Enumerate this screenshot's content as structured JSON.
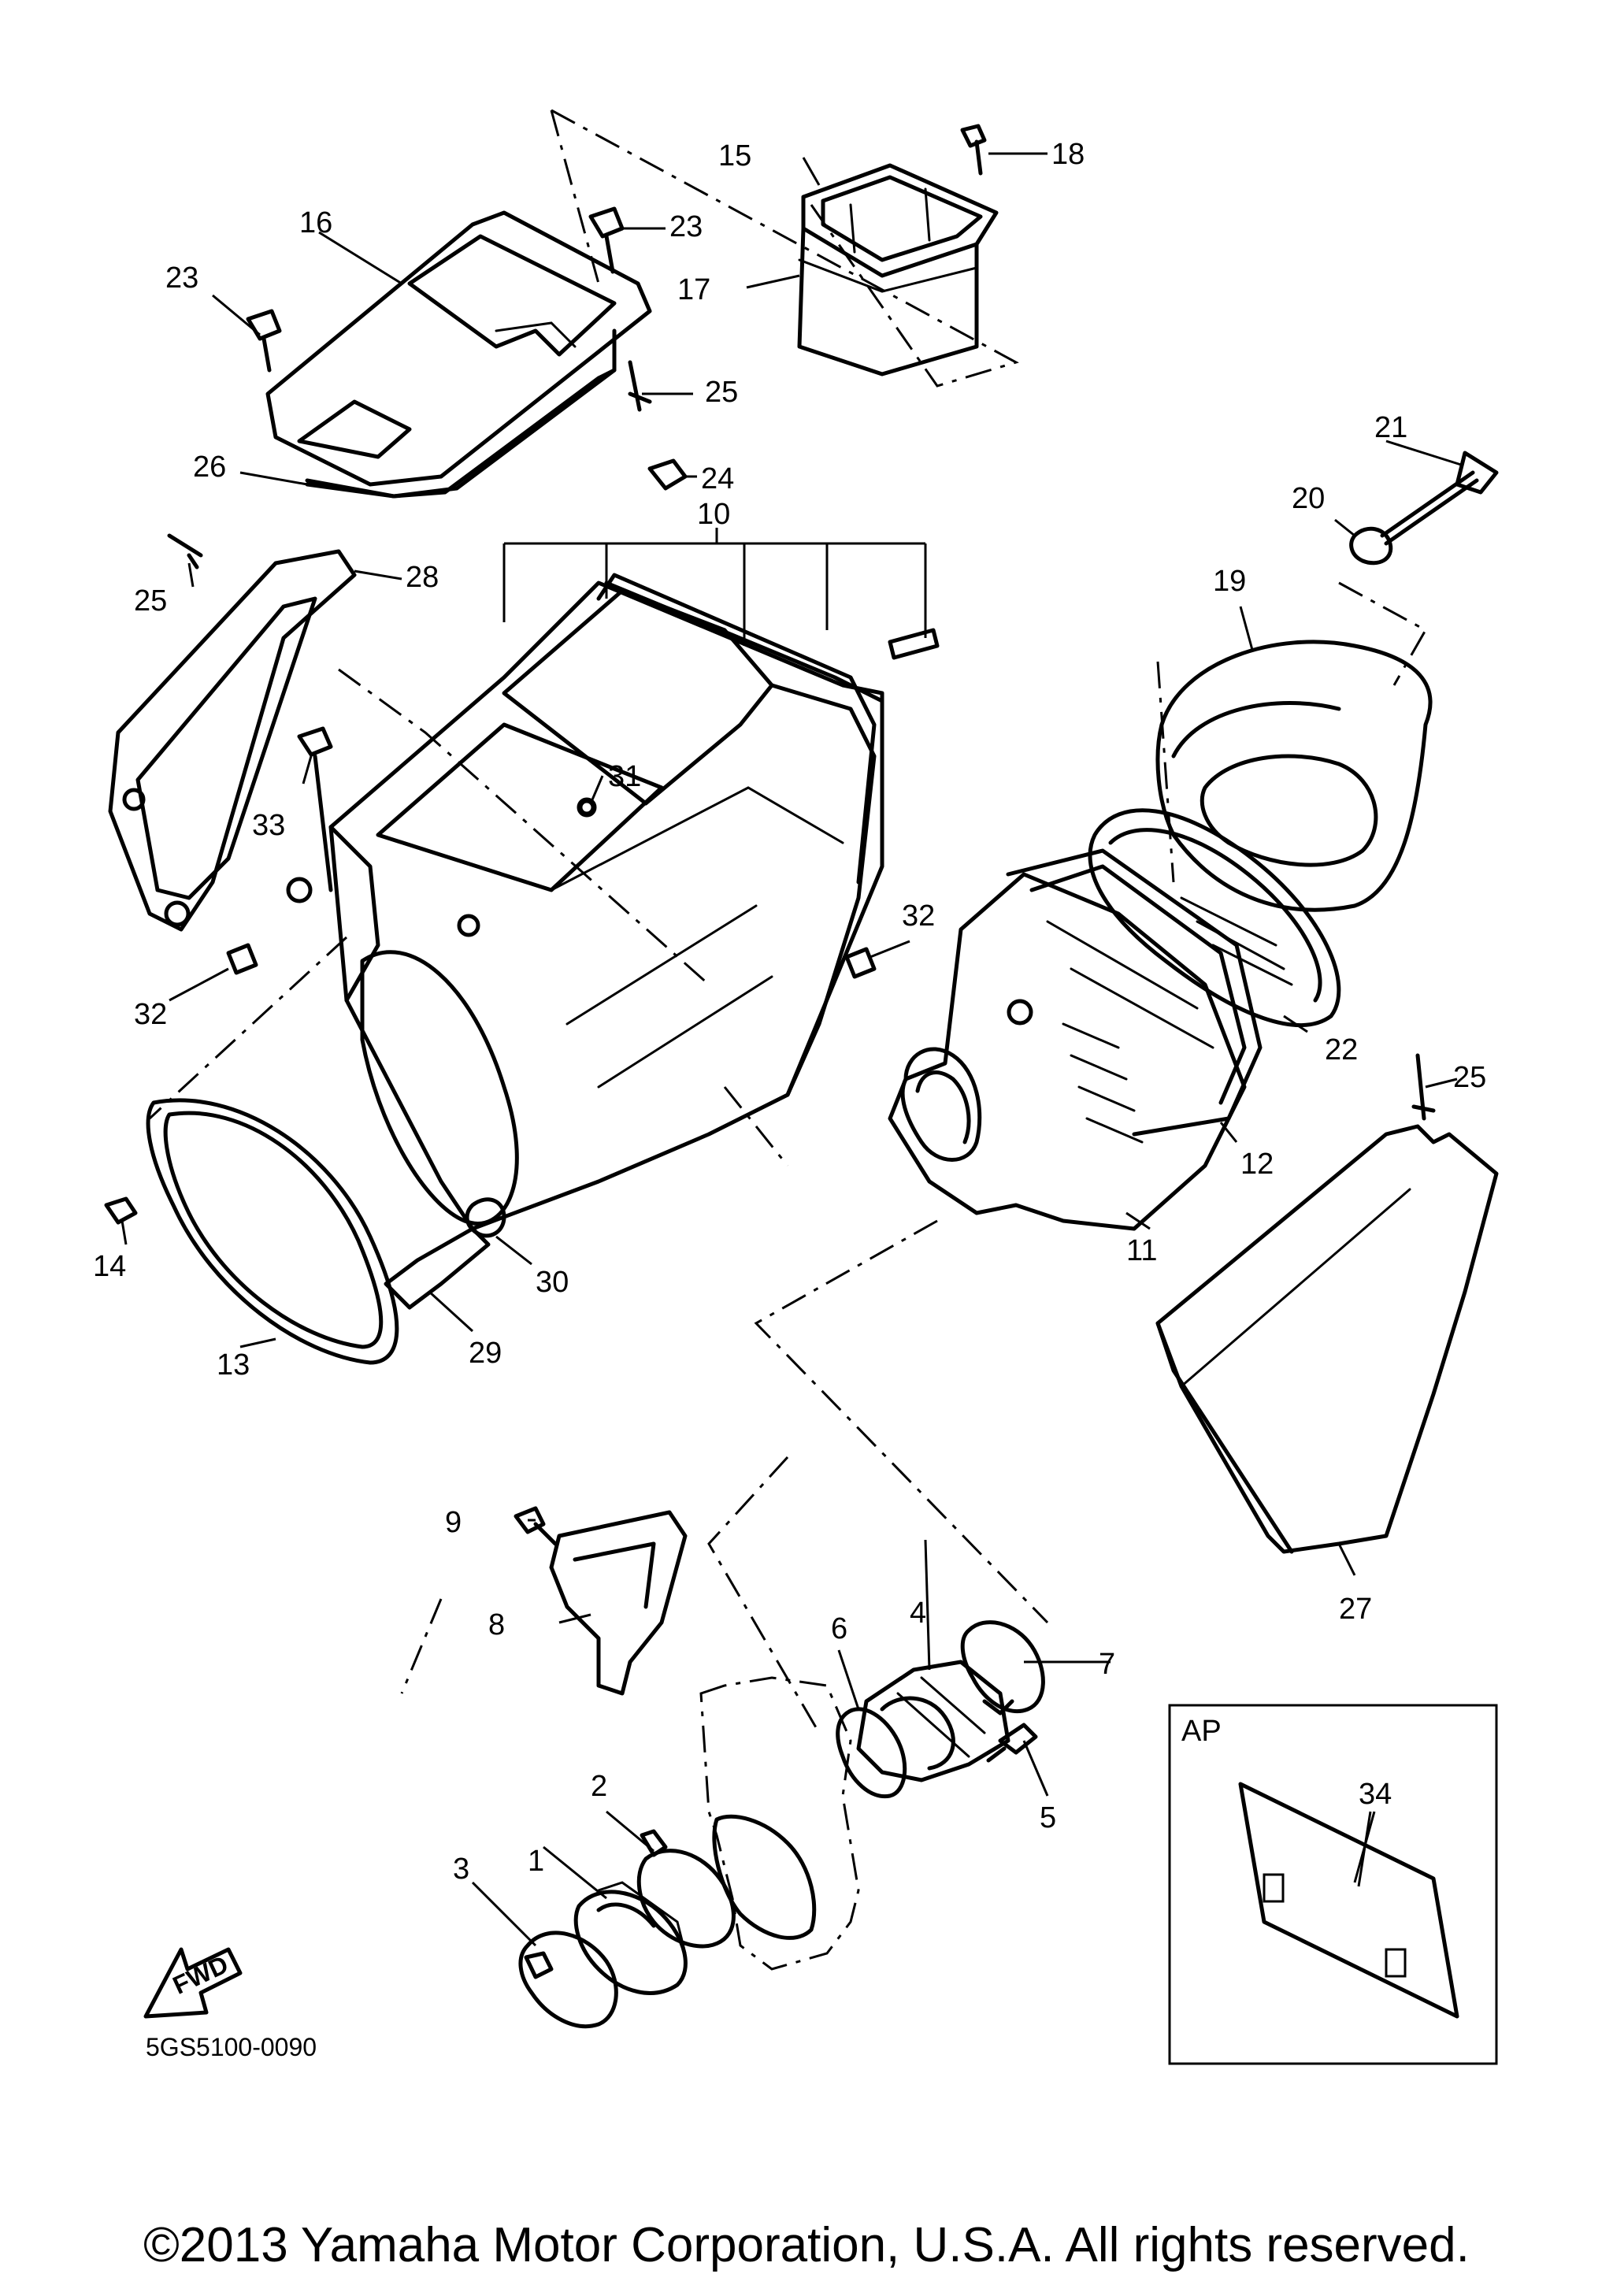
{
  "callouts": [
    "1",
    "2",
    "3",
    "4",
    "5",
    "6",
    "7",
    "8",
    "9",
    "10",
    "11",
    "12",
    "13",
    "14",
    "15",
    "16",
    "17",
    "18",
    "19",
    "20",
    "21",
    "22",
    "23",
    "24",
    "25",
    "26",
    "27",
    "28",
    "29",
    "30",
    "31",
    "32",
    "33",
    "34"
  ],
  "inset": {
    "label": "AP",
    "part": "34"
  },
  "fwd_label": "FWD",
  "diagram_code": "5GS5100-0090",
  "copyright": "©2013 Yamaha Motor Corporation, U.S.A. All rights reserved."
}
